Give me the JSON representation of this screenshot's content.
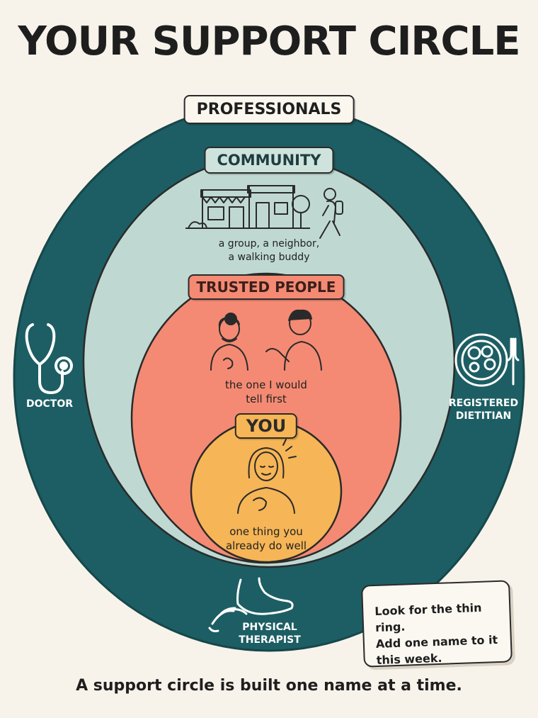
{
  "title": "YOUR SUPPORT CIRCLE",
  "rings": {
    "professionals": {
      "label": "PROFESSIONALS",
      "color": "#1c5e63"
    },
    "community": {
      "label": "COMMUNITY",
      "caption": "a group, a neighbor,\na walking buddy",
      "color": "#bfd9d2"
    },
    "trusted": {
      "label": "TRUSTED PEOPLE",
      "caption": "the one I would\ntell first",
      "color": "#f48a73"
    },
    "you": {
      "label": "YOU",
      "caption": "one thing you\nalready do well",
      "color": "#f6b556"
    }
  },
  "professionals": {
    "doctor": {
      "label": "DOCTOR",
      "icon": "stethoscope-icon"
    },
    "dietitian": {
      "label": "REGISTERED\nDIETITIAN",
      "icon": "plate-fork-icon"
    },
    "physical_therapist": {
      "label": "PHYSICAL\nTHERAPIST",
      "icon": "foot-hand-icon"
    }
  },
  "note": "Look for the thin ring.\nAdd one name to it\nthis week.",
  "footer": "A support circle is built one name at a time."
}
